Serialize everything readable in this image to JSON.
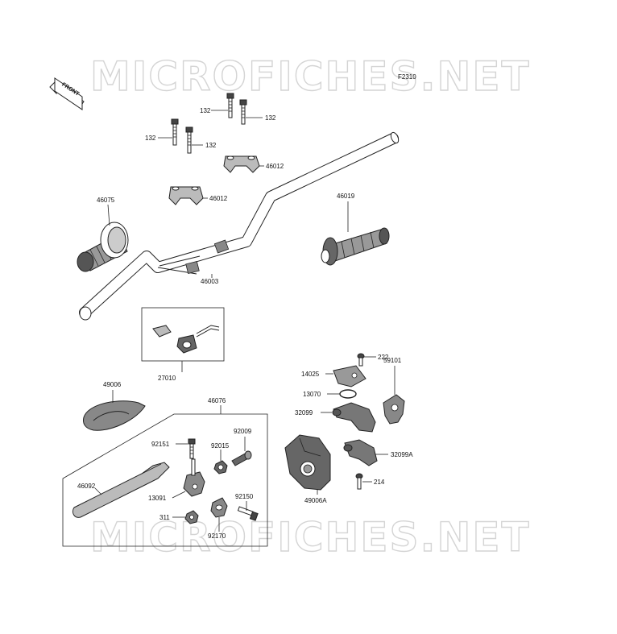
{
  "diagram": {
    "code": "F2310",
    "front_label": "FRONT",
    "watermark": "MICROFICHES.NET",
    "parts": {
      "bolt_a": "132",
      "bolt_b": "132",
      "bolt_c": "132",
      "bolt_d": "132",
      "clamp_upper": "46012",
      "clamp_lower": "46012",
      "grip_left": "46075",
      "grip_right": "46019",
      "handlebar": "46003",
      "switch_assy": "27010",
      "guard": "49006",
      "lever_assy": "46076",
      "lever": "46092",
      "p92151": "92151",
      "p92009": "92009",
      "p92015": "92015",
      "p13091": "13091",
      "p92150": "92150",
      "p311": "311",
      "p92170": "92170",
      "p222": "222",
      "p14025": "14025",
      "p59101": "59101",
      "p13070": "13070",
      "p32099": "32099",
      "p32099a": "32099A",
      "p49006a": "49006A",
      "p214": "214"
    }
  }
}
